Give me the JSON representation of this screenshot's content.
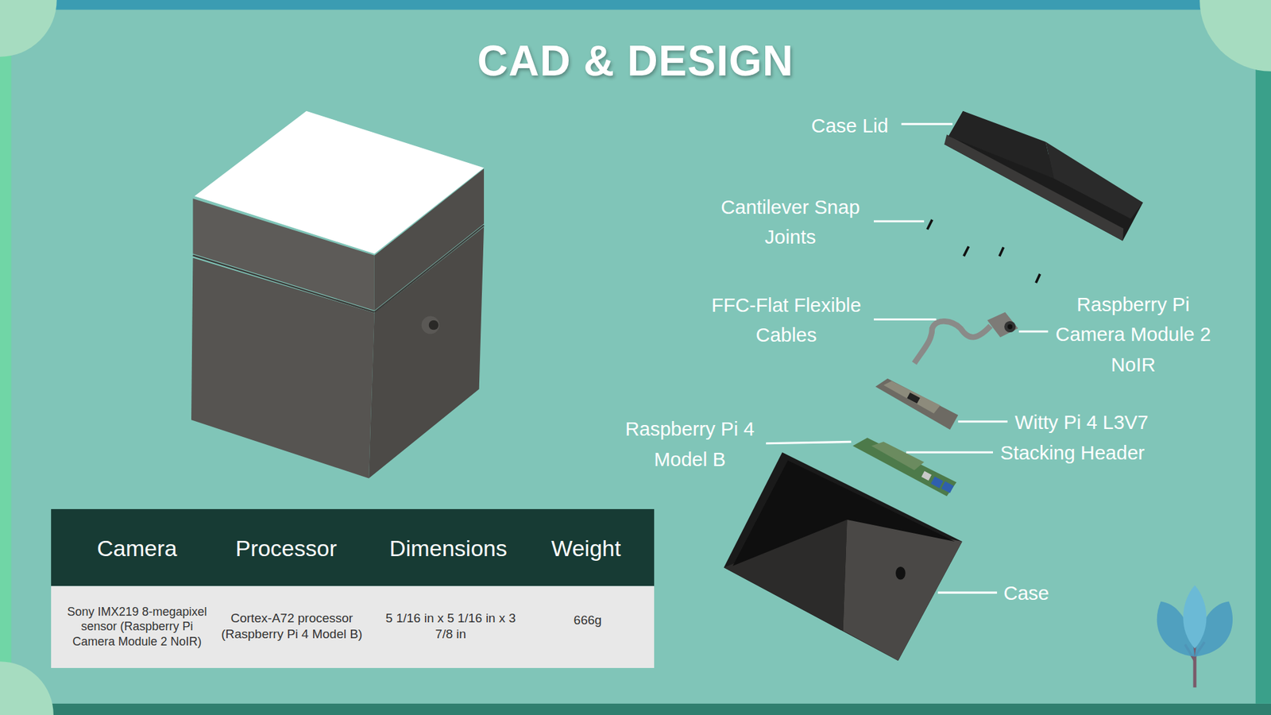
{
  "diagram": {
    "title": "CAD & DESIGN",
    "labels": [
      "Case Lid",
      "Cantilever Snap Joints",
      "FFC-Flat Flexible Cables",
      "Raspberry Pi Camera Module 2 NoIR",
      "Witty Pi 4 L3V7",
      "Raspberry Pi 4 Model B",
      "Stacking Header",
      "Case",
      "Camera",
      "Processor",
      "Dimensions",
      "Weight",
      "Sony IMX219 8-megapixel sensor (Raspberry Pi Camera Module 2 NoIR)",
      "Cortex-A72 processor (Raspberry Pi 4 Model B)",
      "5 1/16 in x 5 1/16 in x 3 7/8 in",
      "666g"
    ]
  }
}
